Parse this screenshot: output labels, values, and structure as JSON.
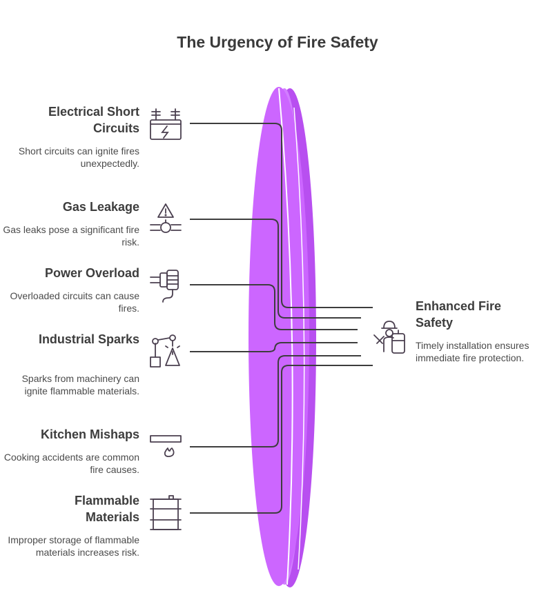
{
  "title": "The Urgency of Fire Safety",
  "causes": [
    {
      "title": "Electrical Short Circuits",
      "desc": "Short circuits can ignite fires unexpectedly.",
      "icon": "electrical-panel-icon"
    },
    {
      "title": "Gas Leakage",
      "desc": "Gas leaks pose a significant fire risk.",
      "icon": "gas-valve-warning-icon"
    },
    {
      "title": "Power Overload",
      "desc": "Overloaded circuits can cause fires.",
      "icon": "power-plug-icon"
    },
    {
      "title": "Industrial Sparks",
      "desc": "Sparks from machinery can ignite flammable materials.",
      "icon": "robotic-arm-spark-icon"
    },
    {
      "title": "Kitchen Mishaps",
      "desc": "Cooking accidents are common fire causes.",
      "icon": "stove-flame-icon"
    },
    {
      "title": "Flammable Materials",
      "desc": "Improper storage of flammable materials increases risk.",
      "icon": "barrel-icon"
    }
  ],
  "result": {
    "title": "Enhanced Fire Safety",
    "desc": "Timely installation ensures immediate fire protection.",
    "icon": "firefighter-extinguisher-icon"
  },
  "colors": {
    "lens": "#cc66ff",
    "lens_edge": "#b84ff0",
    "line": "#3d3d3d",
    "text": "#3d3d3d"
  }
}
